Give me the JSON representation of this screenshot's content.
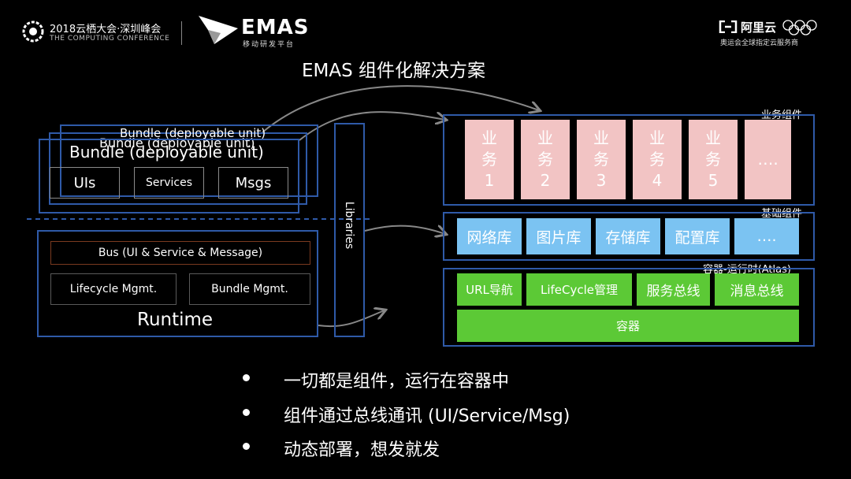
{
  "header": {
    "conf_title": "2018云栖大会·深圳峰会",
    "conf_subtitle": "THE COMPUTING CONFERENCE",
    "emas_brand": "EMAS",
    "emas_tagline": "移动研发平台",
    "aliyun_brand": "阿里云",
    "aliyun_tagline": "奥运会全球指定云服务商"
  },
  "slide_title": "EMAS 组件化解决方案",
  "left": {
    "bundle_back2": "Bundle (deployable unit)",
    "bundle_back1": "Bundle (deployable unit)",
    "bundle_front": "Bundle (deployable unit)",
    "uis": "UIs",
    "services": "Services",
    "msgs": "Msgs",
    "bus": "Bus (UI & Service & Message)",
    "lifecycle": "Lifecycle Mgmt.",
    "bundle_mgmt": "Bundle Mgmt.",
    "runtime": "Runtime",
    "libraries": "Libraries"
  },
  "right": {
    "business_label": "业务组件",
    "business": [
      {
        "l1": "业",
        "l2": "务",
        "l3": "1"
      },
      {
        "l1": "业",
        "l2": "务",
        "l3": "2"
      },
      {
        "l1": "业",
        "l2": "务",
        "l3": "3"
      },
      {
        "l1": "业",
        "l2": "务",
        "l3": "4"
      },
      {
        "l1": "业",
        "l2": "务",
        "l3": "5"
      }
    ],
    "business_more": "….",
    "base_label": "基础组件",
    "base": [
      "网络库",
      "图片库",
      "存储库",
      "配置库",
      "…."
    ],
    "runtime_label": "容器-运行时(Atlas)",
    "runtime_items": [
      "URL导航",
      "LifeCycle管理",
      "服务总线",
      "消息总线"
    ],
    "container": "容器"
  },
  "bullets": [
    "一切都是组件，运行在容器中",
    "组件通过总线通讯 (UI/Service/Msg)",
    "动态部署，想发就发"
  ],
  "colors": {
    "frame_blue": "#2f5aa8",
    "pink": "#f2c4c4",
    "light_blue": "#7bc3f2",
    "green": "#5cc936"
  }
}
